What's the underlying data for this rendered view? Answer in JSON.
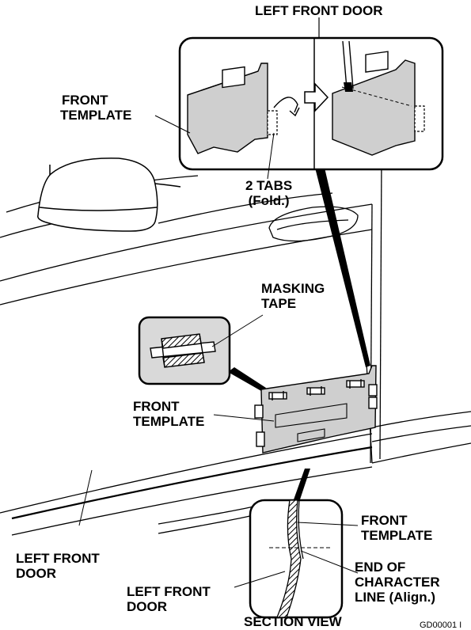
{
  "labels": {
    "left_front_door_top": "LEFT FRONT DOOR",
    "front_template_upper": [
      "FRONT",
      "TEMPLATE"
    ],
    "two_tabs": [
      "2 TABS",
      "(Fold.)"
    ],
    "masking_tape": [
      "MASKING",
      "TAPE"
    ],
    "front_template_middle": [
      "FRONT",
      "TEMPLATE"
    ],
    "left_front_door_lower_left": [
      "LEFT FRONT",
      "DOOR"
    ],
    "left_front_door_section": [
      "LEFT FRONT",
      "DOOR"
    ],
    "front_template_section": [
      "FRONT",
      "TEMPLATE"
    ],
    "end_of_character_line": [
      "END OF",
      "CHARACTER",
      "LINE (Align.)"
    ],
    "section_view": "SECTION VIEW"
  },
  "figure_code": "GD00001 I",
  "colors": {
    "template_fill": "#cfcfcf",
    "inset_background": "#d9d9d9",
    "line": "#000000",
    "background": "#ffffff"
  }
}
